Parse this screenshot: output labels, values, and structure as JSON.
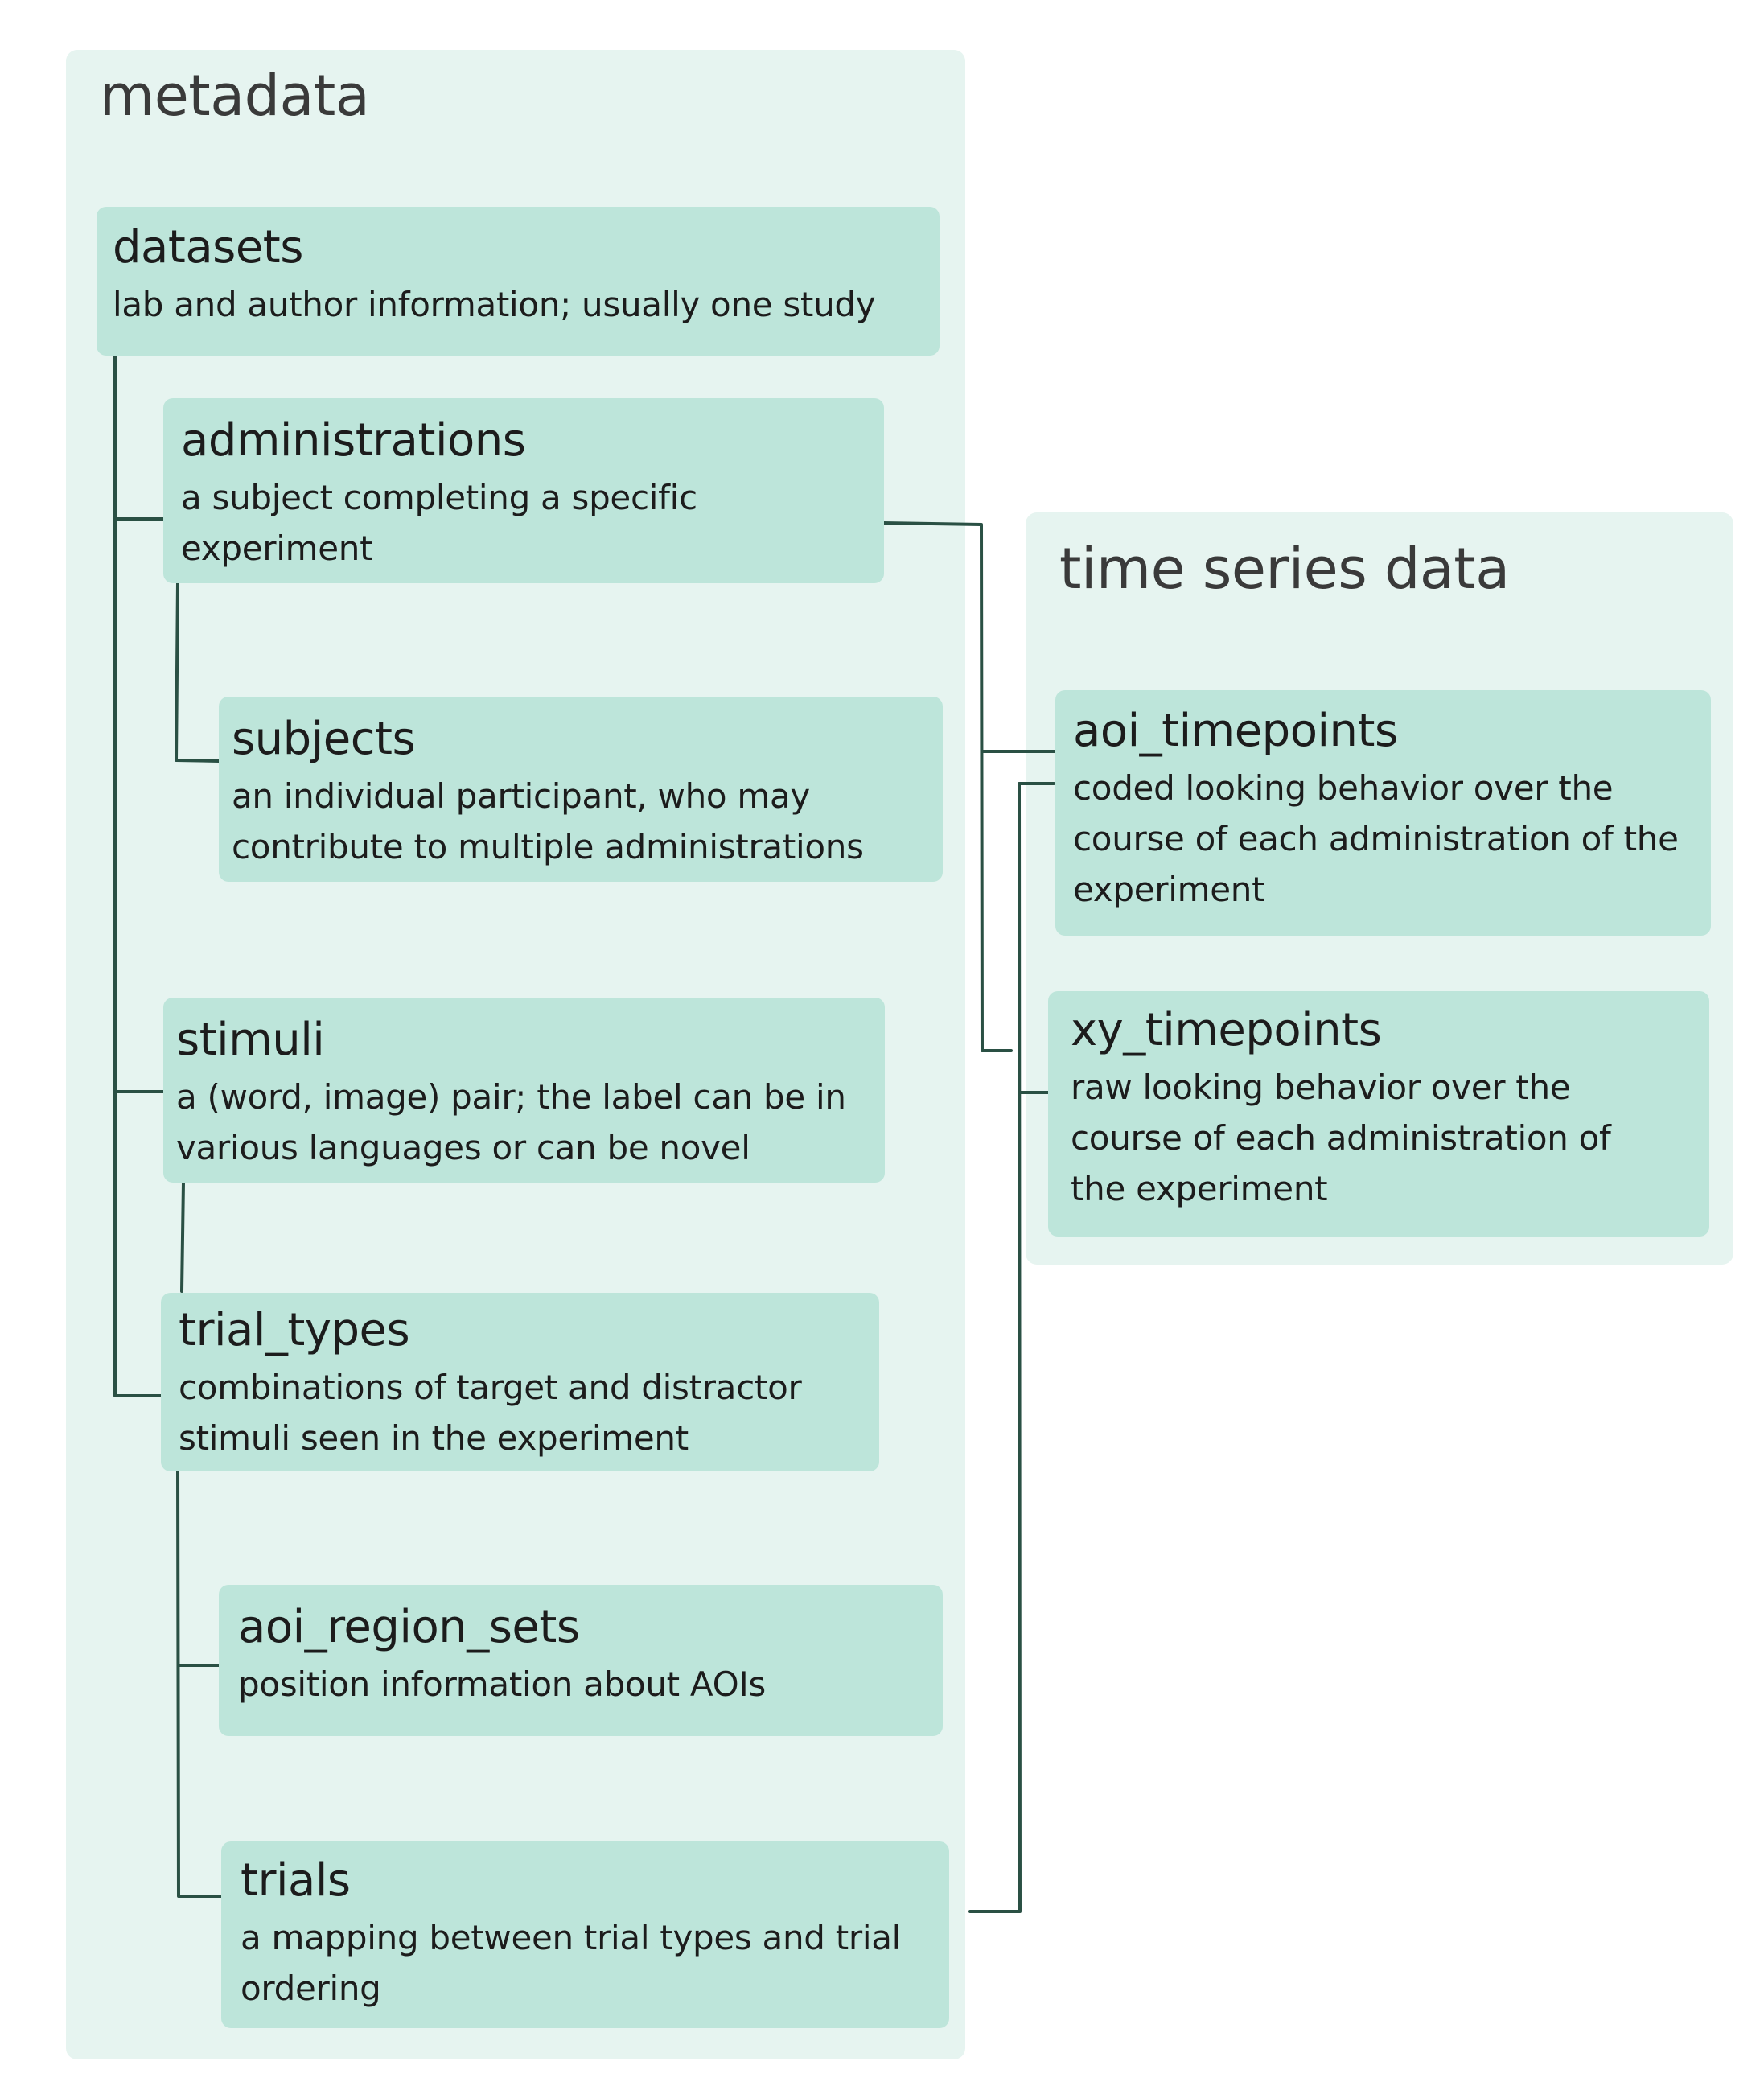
{
  "groups": {
    "metadata": "metadata",
    "timeseries": "time series data"
  },
  "tables": {
    "datasets": {
      "name": "datasets",
      "desc": "lab and author information; usually one study"
    },
    "administrations": {
      "name": "administrations",
      "desc": "a subject completing a specific\nexperiment"
    },
    "subjects": {
      "name": "subjects",
      "desc": "an individual participant, who may\ncontribute to multiple administrations"
    },
    "stimuli": {
      "name": "stimuli",
      "desc": "a (word, image) pair; the label can be in\nvarious languages or can be novel"
    },
    "trial_types": {
      "name": "trial_types",
      "desc": "combinations of target and distractor\nstimuli seen in the experiment"
    },
    "aoi_region_sets": {
      "name": "aoi_region_sets",
      "desc": "position information about AOIs"
    },
    "trials": {
      "name": "trials",
      "desc": "a mapping between trial types and trial\nordering"
    },
    "aoi_timepoints": {
      "name": "aoi_timepoints",
      "desc": "coded looking behavior over the\ncourse of each administration of the\nexperiment"
    },
    "xy_timepoints": {
      "name": "xy_timepoints",
      "desc": "raw looking behavior over the\ncourse of each administration of\nthe experiment"
    }
  },
  "colors": {
    "group_fill": "#e6f4f0",
    "box_fill": "#bde5da",
    "connector": "#2a5044",
    "title_text": "#3a3a3a"
  }
}
